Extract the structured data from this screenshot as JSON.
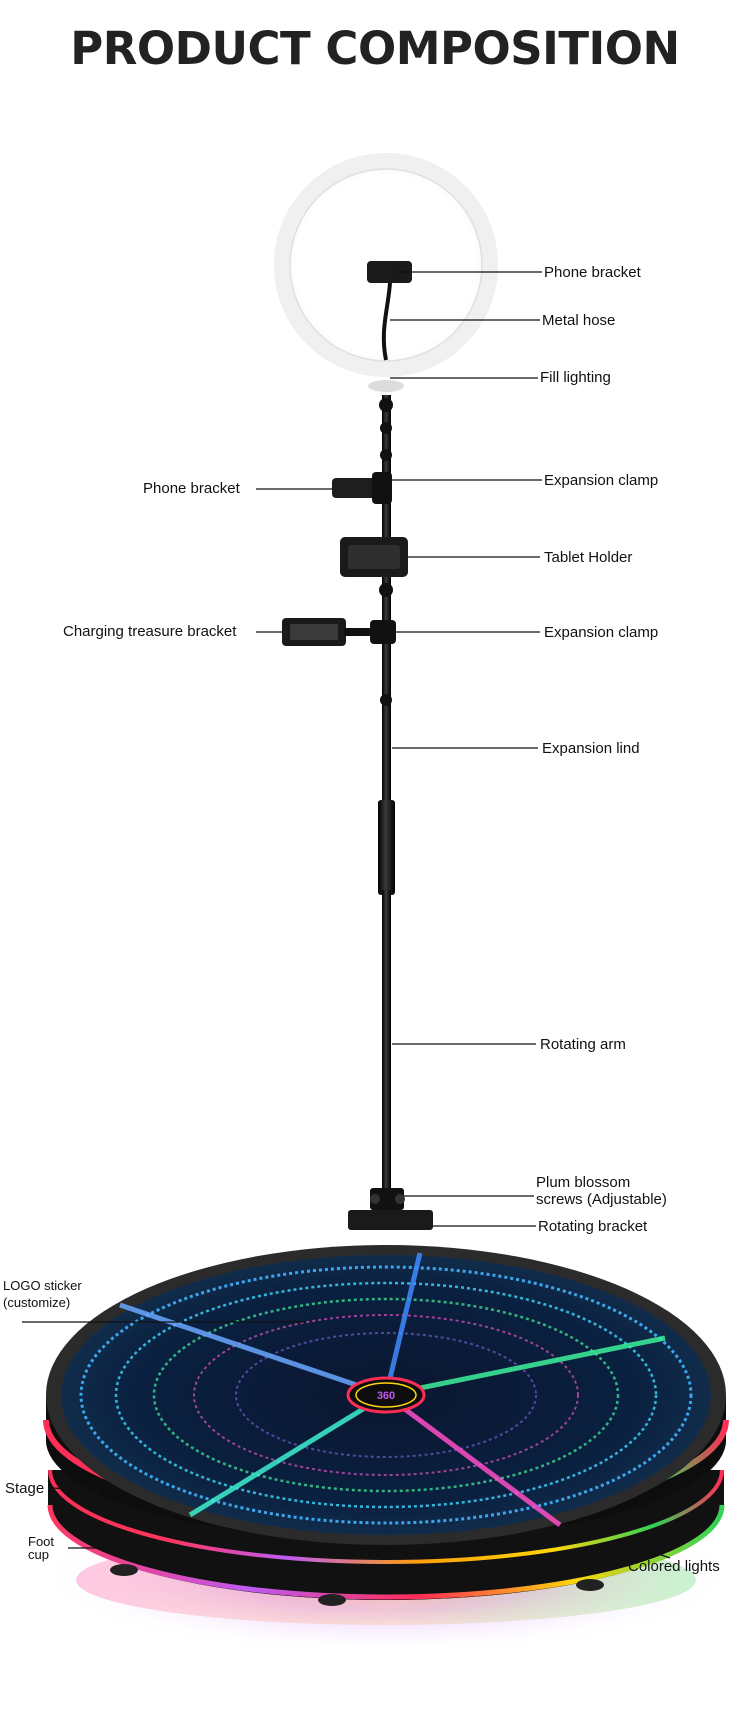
{
  "title": "PRODUCT COMPOSITION",
  "labels": {
    "phone_bracket_top": "Phone bracket",
    "metal_hose": "Metal hose",
    "fill_lighting": "Fill lighting",
    "phone_bracket_left": "Phone bracket",
    "expansion_clamp_1": "Expansion clamp",
    "tablet_holder": "Tablet Holder",
    "charging_bracket": "Charging treasure bracket",
    "expansion_clamp_2": "Expansion clamp",
    "expansion_lind": "Expansion lind",
    "rotating_arm": "Rotating arm",
    "plum_blossom_1": "Plum blossom",
    "plum_blossom_2": "screws (Adjustable)",
    "rotating_bracket": "Rotating bracket",
    "logo_sticker_1": "LOGO sticker",
    "logo_sticker_2": "(customize)",
    "stage": "Stage",
    "foot_cup_1": "Foot",
    "foot_cup_2": "cup",
    "colored_lights": "Colored lights"
  },
  "logo_text": "360",
  "colors": {
    "pole": "#111111",
    "ring_light": "#f4f4f4",
    "rim": "#2a2a2a",
    "led_glow": [
      "#ff2d55",
      "#ff9f0a",
      "#ffd60a",
      "#30d158",
      "#0a84ff",
      "#bf5af2",
      "#ff375f"
    ]
  }
}
